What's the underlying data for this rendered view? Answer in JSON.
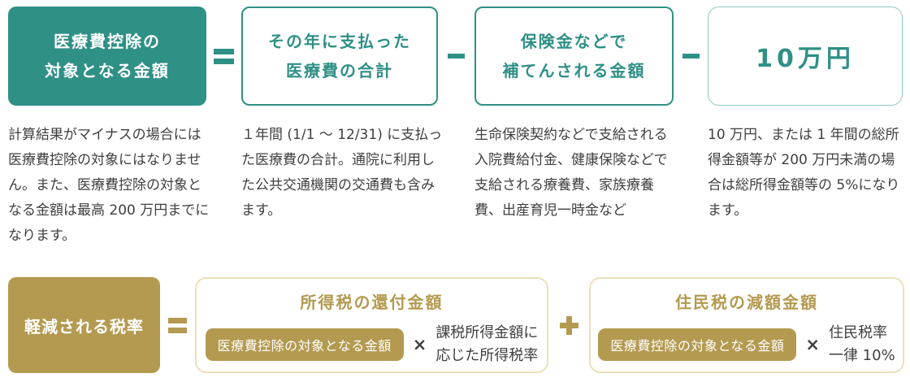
{
  "colors": {
    "teal": "#2F9086",
    "teal_light_border": "#8FCAC2",
    "gold": "#B49A50",
    "cream_border": "#EDDFBA",
    "text_dark": "#3F3F3F",
    "white": "#FFFFFF"
  },
  "top": {
    "result": {
      "line1": "医療費控除の",
      "line2": "対象となる金額",
      "note": "計算結果がマイナスの場合には医療費控除の対象にはなりません。また、医療費控除の対象となる金額は最高 200 万円までになります。"
    },
    "op_equals": "=",
    "paid": {
      "line1": "その年に支払った",
      "line2": "医療費の合計",
      "note": "１年間 (1/1 〜 12/31) に支払った医療費の合計。通院に利用した公共交通機関の交通費も含みます。"
    },
    "op_minus1": "−",
    "insurance": {
      "line1": "保険金などで",
      "line2": "補てんされる金額",
      "note": "生命保険契約などで支給される入院費給付金、健康保険などで支給される療養費、家族療養費、出産育児一時金など"
    },
    "op_minus2": "−",
    "base": {
      "label": "10万円",
      "note": "10 万円、または 1 年間の総所得金額等が 200 万円未満の場合は総所得金額等の 5%になります。"
    }
  },
  "bottom": {
    "result": {
      "label": "軽減される税率"
    },
    "op_equals": "=",
    "income_tax": {
      "title": "所得税の還付金額",
      "badge": "医療費控除の対象となる金額",
      "multiply": "×",
      "factor_line1": "課税所得金額に",
      "factor_line2": "応じた所得税率"
    },
    "op_plus": "+",
    "resident_tax": {
      "title": "住民税の減額金額",
      "badge": "医療費控除の対象となる金額",
      "multiply": "×",
      "factor_line1": "住民税率",
      "factor_line2": "一律 10%"
    }
  }
}
